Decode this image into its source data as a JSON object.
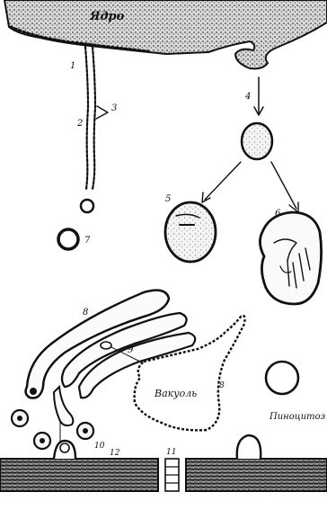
{
  "labels": {
    "nucleus": "Ядро",
    "n1": "1",
    "n2": "2",
    "n3": "3",
    "n4": "4",
    "n5": "5",
    "n6": "6",
    "n7": "7",
    "n8": "8",
    "n9": "9",
    "n10": "10",
    "n11": "11",
    "n12": "12",
    "vacuole": "Вакуоль",
    "pinocytosis": "Пиноцитоз"
  },
  "colors": {
    "ink": "#111111",
    "paper": "#ffffff",
    "stipple": "#666666"
  }
}
